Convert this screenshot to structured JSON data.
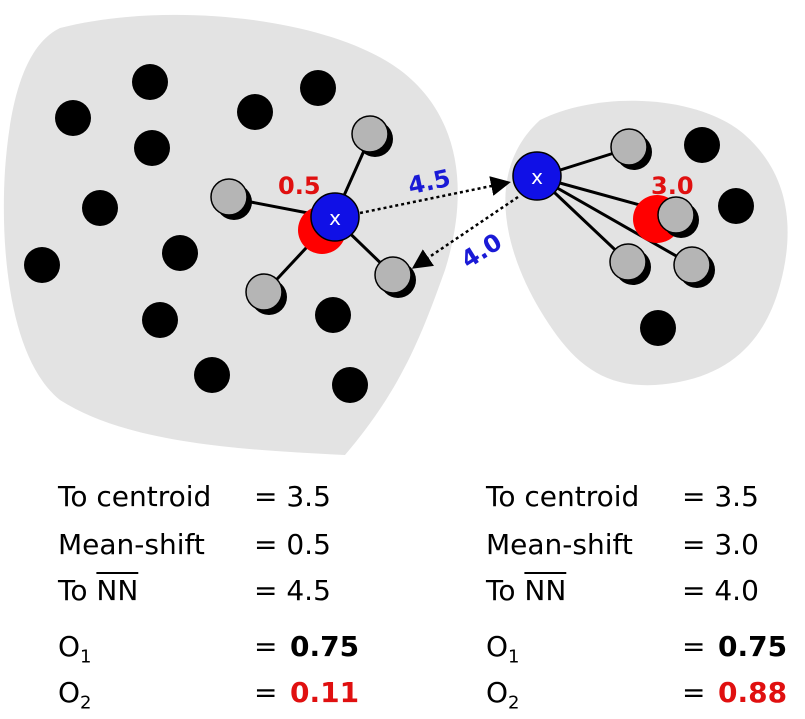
{
  "diagram": {
    "left": {
      "point_labels": [
        "x"
      ],
      "shift_label": "0.5",
      "nn_label": "4.5"
    },
    "right": {
      "point_labels": [
        "x"
      ],
      "shift_label": "3.0",
      "nn_label": "4.0"
    }
  },
  "colors": {
    "query": "#1010e6",
    "shifted": "#ff0000",
    "neighbor": "#b5b5b5",
    "point": "#000000",
    "blob": "#e3e3e3",
    "label_blue": "#1a1ad6",
    "label_red": "#e01010"
  },
  "stats_left": {
    "to_centroid_label": "To centroid",
    "to_centroid_value": "= 3.5",
    "mean_shift_label": "Mean-shift",
    "mean_shift_value": "= 0.5",
    "to_nn_prefix": "To ",
    "to_nn_over": "NN",
    "to_nn_value": "= 4.5",
    "o1_letter": "O",
    "o1_sub": "1",
    "o1_eq": "=",
    "o1_value": "0.75",
    "o2_letter": "O",
    "o2_sub": "2",
    "o2_eq": "=",
    "o2_value": "0.11"
  },
  "stats_right": {
    "to_centroid_label": "To centroid",
    "to_centroid_value": "= 3.5",
    "mean_shift_label": "Mean-shift",
    "mean_shift_value": "= 3.0",
    "to_nn_prefix": "To ",
    "to_nn_over": "NN",
    "to_nn_value": "= 4.0",
    "o1_letter": "O",
    "o1_sub": "1",
    "o1_eq": "=",
    "o1_value": "0.75",
    "o2_letter": "O",
    "o2_sub": "2",
    "o2_eq": "=",
    "o2_value": "0.88"
  }
}
